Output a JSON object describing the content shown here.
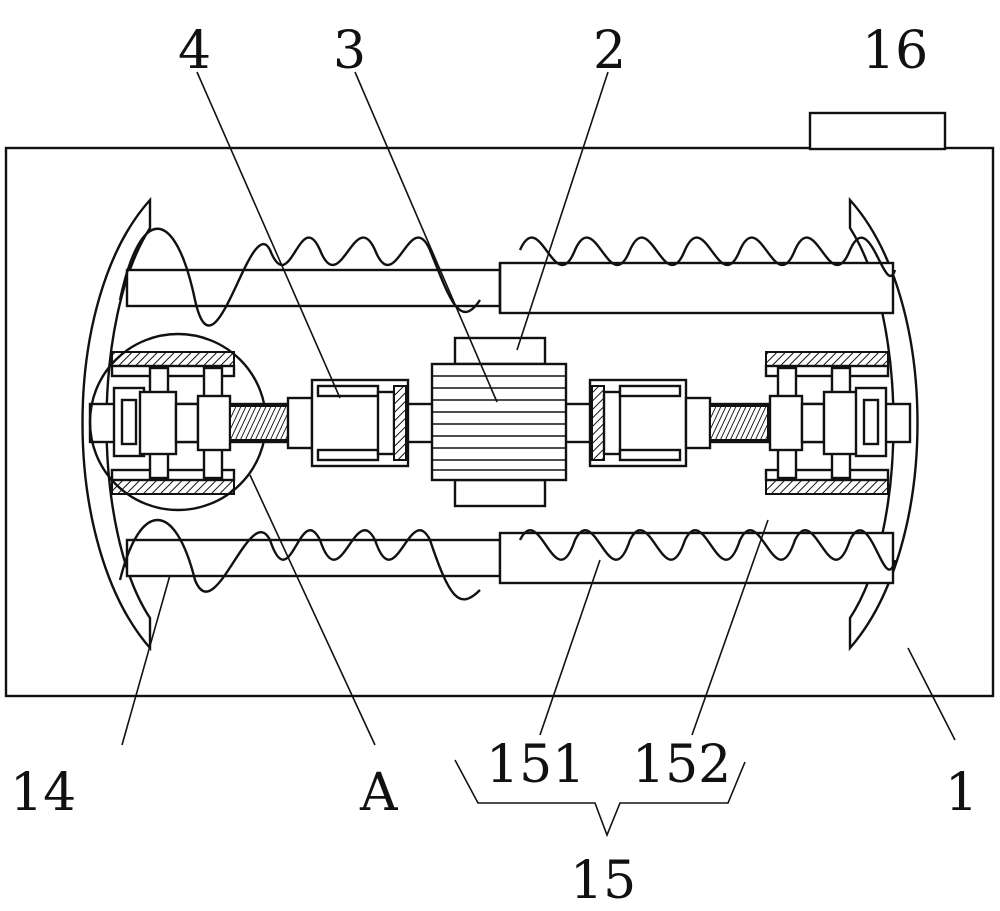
{
  "labels": {
    "l4": "4",
    "l3": "3",
    "l2": "2",
    "l16": "16",
    "l14": "14",
    "lA": "A",
    "l151": "151",
    "l152": "152",
    "l15": "15",
    "l1": "1"
  }
}
